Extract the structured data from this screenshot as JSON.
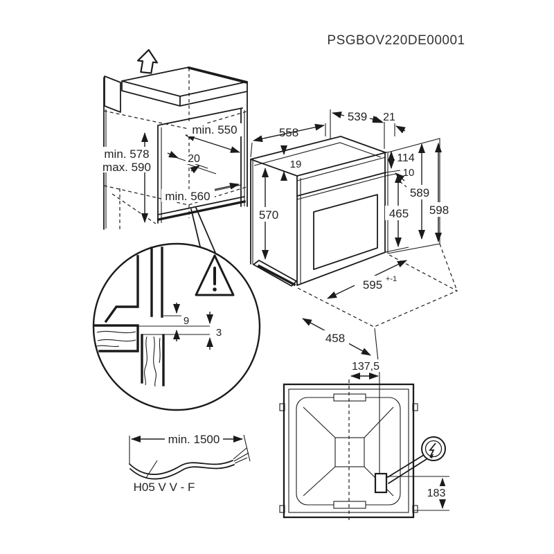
{
  "title": "PSGBOV220DE00001",
  "cabinet": {
    "niche_depth": "min. 550",
    "rear_gap": "20",
    "niche_width": "min. 560",
    "niche_height_min": "min. 578",
    "niche_height_max": "max. 590"
  },
  "oven": {
    "width": "558",
    "top_depth": "539",
    "front_overhang": "21",
    "top_edge": "19",
    "panel_height": "114",
    "panel_gap": "10",
    "side_height": "570",
    "door_height": "465",
    "height_rear": "589",
    "height_front": "598",
    "front_width": "595",
    "front_width_tol": "+-1",
    "depth": "458"
  },
  "detail": {
    "top_clearance": "9",
    "front_clearance": "3"
  },
  "cable": {
    "min_length": "min. 1500",
    "cable_type": "H05 V V - F"
  },
  "rear_view": {
    "socket_offset_x": "137,5",
    "socket_offset_y": "183"
  }
}
